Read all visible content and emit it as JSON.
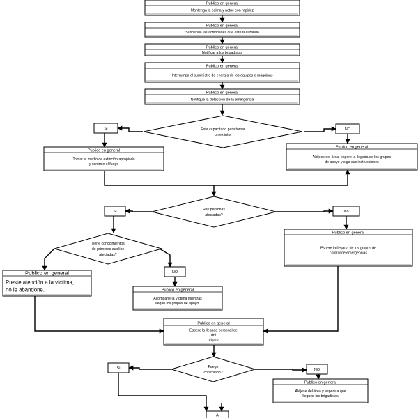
{
  "diagram": {
    "nodes": [
      {
        "id": "n1",
        "type": "box",
        "header": "Publico en general",
        "lines": [
          "Mantenga la calma y actué con rapidez"
        ]
      },
      {
        "id": "n2",
        "type": "box",
        "header": "Publico en general",
        "lines": [
          "Suspenda las actividades que esté realizando"
        ]
      },
      {
        "id": "n3",
        "type": "box",
        "header": "Publico en general",
        "lines": [
          "Notificar a los brigadistas"
        ]
      },
      {
        "id": "n4",
        "type": "box",
        "header": "Publico en general",
        "lines": [
          "Interrumpa el suministro de energía de los equipos o  máquinas"
        ]
      },
      {
        "id": "n5",
        "type": "box",
        "header": "Publico en general",
        "lines": [
          "Notifique la detección de la emergencia"
        ]
      },
      {
        "id": "d1",
        "type": "decision",
        "lines": [
          "Esta capacitado para tomar",
          "un extintor"
        ]
      },
      {
        "id": "a1",
        "type": "answer",
        "label": "Si"
      },
      {
        "id": "a2",
        "type": "answer",
        "label": "NO"
      },
      {
        "id": "n6",
        "type": "box",
        "header": "Publico en general",
        "lines": [
          "Tomar el medio de extinción apropiado",
          "y controle el fuego"
        ]
      },
      {
        "id": "n7",
        "type": "box",
        "header": "Publico en general",
        "lines": [
          "Aléjese del área, espere la llegada de los grupos",
          "de apoyo y siga sus instrucciones"
        ]
      },
      {
        "id": "d2",
        "type": "decision",
        "lines": [
          "Hay personas",
          "afectadas?"
        ]
      },
      {
        "id": "a3",
        "type": "answer",
        "label": "Si"
      },
      {
        "id": "a4",
        "type": "answer",
        "label": "No"
      },
      {
        "id": "d3",
        "type": "decision",
        "lines": [
          "Tiene conocimientos",
          "de primeros auxilios",
          "afectadas?"
        ]
      },
      {
        "id": "n8",
        "type": "box",
        "header": "Publico en general",
        "lines": [
          "Espere la llegada de los grupos de",
          "control de emergencias"
        ]
      },
      {
        "id": "n9",
        "type": "box",
        "header": "Publico en general",
        "lines": [
          "Preste atención a la víctima,",
          "no le      abandone."
        ]
      },
      {
        "id": "a5",
        "type": "answer",
        "label": "NO"
      },
      {
        "id": "n10",
        "type": "box",
        "header": "Publico en general",
        "lines": [
          "Acompañe la víctima mientras",
          "llegan los grupos de apoyo."
        ]
      },
      {
        "id": "n11",
        "type": "box",
        "header": "Publico en general",
        "lines": [
          "Espere la llegada  personal de",
          "del",
          "brigada"
        ]
      },
      {
        "id": "d4",
        "type": "decision",
        "lines": [
          "Fuego",
          "controlado?"
        ]
      },
      {
        "id": "a6",
        "type": "answer",
        "label": "Si"
      },
      {
        "id": "a7",
        "type": "answer",
        "label": "NO"
      },
      {
        "id": "n12",
        "type": "box",
        "header": "Publico en general",
        "lines": [
          "Aléjese del área y espere a que",
          "lleguen los brigadistas"
        ]
      },
      {
        "id": "c1",
        "type": "connector",
        "label": "A"
      }
    ]
  }
}
